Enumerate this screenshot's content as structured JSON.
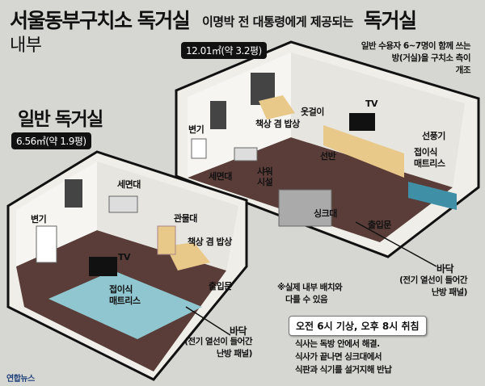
{
  "title": {
    "main": "서울동부구치소 독거실",
    "sub": "내부"
  },
  "vip_room": {
    "heading_small": "이명박 전 대통령에게 제공되는",
    "heading_big": "독거실",
    "area": "12.01㎡(약 3.2평)",
    "note": [
      "일반 수용자 6~7명이 함께 쓰는",
      "방(거실)을 구치소 측이",
      "개조"
    ],
    "labels": {
      "hanger": "옷걸이",
      "desk": "책상 겸 밥상",
      "tv": "TV",
      "toilet": "변기",
      "fan": "선풍기",
      "sink_basin": "세면대",
      "shower": [
        "샤워",
        "시설"
      ],
      "shelf": "선반",
      "mattress": [
        "접이식",
        "매트리스"
      ],
      "sink": "싱크대",
      "door": "출입문",
      "floor": "바닥",
      "floor_desc": [
        "(전기 열선이 들어간",
        "난방 패널)"
      ]
    }
  },
  "normal_room": {
    "heading": "일반 독거실",
    "area": "6.56㎡(약 1.9평)",
    "labels": {
      "sink_basin": "세면대",
      "toilet": "변기",
      "locker": "관물대",
      "desk": "책상 겸 밥상",
      "tv": "TV",
      "mattress": [
        "접이식",
        "매트리스"
      ],
      "door": "출입문",
      "floor": "바닥",
      "floor_desc": [
        "(전기 열선이 들어간",
        "난방 패널)"
      ]
    }
  },
  "disclaimer": [
    "※실제 내부 배치와",
    "다를 수 있음"
  ],
  "schedule": "오전 6시 기상, 오후 8시 취침",
  "meal_note": [
    "식사는 독방 안에서 해결.",
    "식사가 끝나면 싱크대에서",
    "식판과 식기를 설거지해 반납"
  ],
  "logo": "연합뉴스"
}
